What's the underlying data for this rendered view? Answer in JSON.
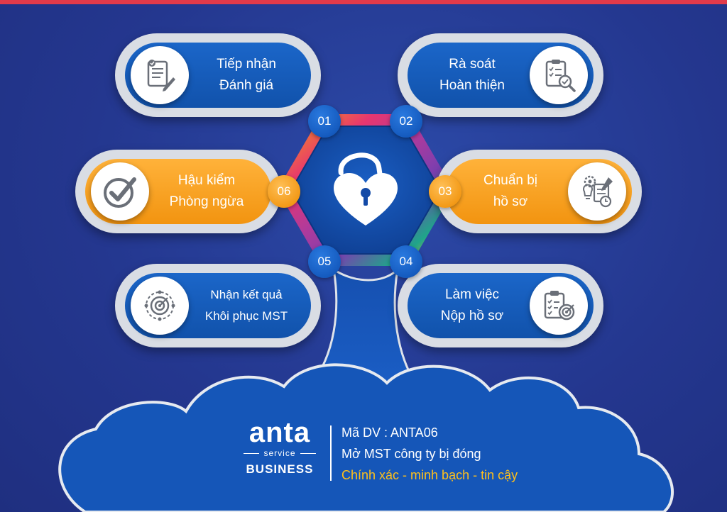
{
  "steps": [
    {
      "number": "01",
      "line1": "Tiếp nhận",
      "line2": "Đánh giá",
      "icon": "document-edit-icon"
    },
    {
      "number": "02",
      "line1": "Rà soát",
      "line2": "Hoàn thiện",
      "icon": "checklist-search-icon"
    },
    {
      "number": "03",
      "line1": "Chuẩn bị",
      "line2": "hồ sơ",
      "icon": "planning-gear-icon"
    },
    {
      "number": "04",
      "line1": "Làm việc",
      "line2": "Nộp hồ sơ",
      "icon": "clipboard-target-icon"
    },
    {
      "number": "05",
      "line1": "Nhận kết quả",
      "line2": "Khôi phục MST",
      "icon": "target-icon"
    },
    {
      "number": "06",
      "line1": "Hậu kiểm",
      "line2": "Phòng ngừa",
      "icon": "checkmark-icon"
    }
  ],
  "center_icon": "heart-padlock-open-icon",
  "brand": {
    "logo": "anta",
    "sub": "service",
    "line": "BUSINESS"
  },
  "info": {
    "code": "Mã DV : ANTA06",
    "service": "Mở MST công ty bị đóng",
    "tagline": "Chính xác - minh bạch - tin cậy"
  },
  "colors": {
    "background": "#24378f",
    "blue": "#1556b8",
    "orange": "#f29410",
    "accent": "#ffc01a",
    "top_bar": "#e23a4a"
  }
}
